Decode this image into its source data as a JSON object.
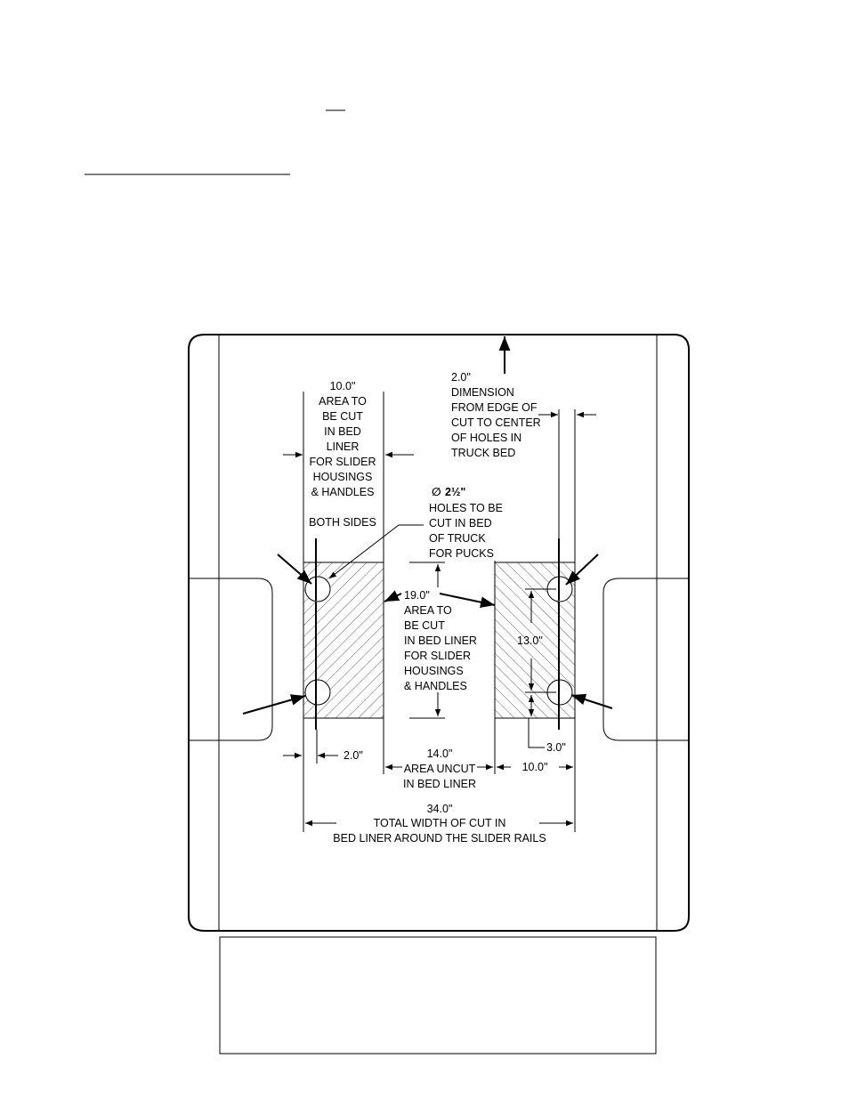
{
  "header": {
    "underline_short": "",
    "underline_long": ""
  },
  "diagram": {
    "top_arrow_text": [
      "2.0\"",
      "DIMENSION",
      "FROM EDGE OF",
      "CUT TO CENTER",
      "OF HOLES IN",
      "TRUCK BED"
    ],
    "left_area_text": [
      "10.0\"",
      "AREA TO",
      "BE CUT",
      "IN BED",
      "LINER",
      "FOR SLIDER",
      "HOUSINGS",
      "& HANDLES",
      "",
      "BOTH SIDES"
    ],
    "holes_symbol": "∅",
    "holes_size": "2½\"",
    "holes_text": [
      "HOLES TO BE",
      "CUT IN BED",
      "OF TRUCK",
      "FOR PUCKS"
    ],
    "center_area_text": [
      "19.0\"",
      "AREA TO",
      "BE CUT",
      "IN BED LINER",
      "FOR SLIDER",
      "HOUSINGS",
      "& HANDLES"
    ],
    "dim_13": "13.0\"",
    "dim_3": "3.0\"",
    "dim_2": "2.0\"",
    "dim_10_right": "10.0\"",
    "uncut_text": [
      "14.0\"",
      "AREA UNCUT",
      "IN BED LINER"
    ],
    "total_text": [
      "34.0\"",
      "TOTAL WIDTH OF CUT IN",
      "BED LINER AROUND THE SLIDER RAILS"
    ]
  },
  "title_block": {
    "content": ""
  }
}
